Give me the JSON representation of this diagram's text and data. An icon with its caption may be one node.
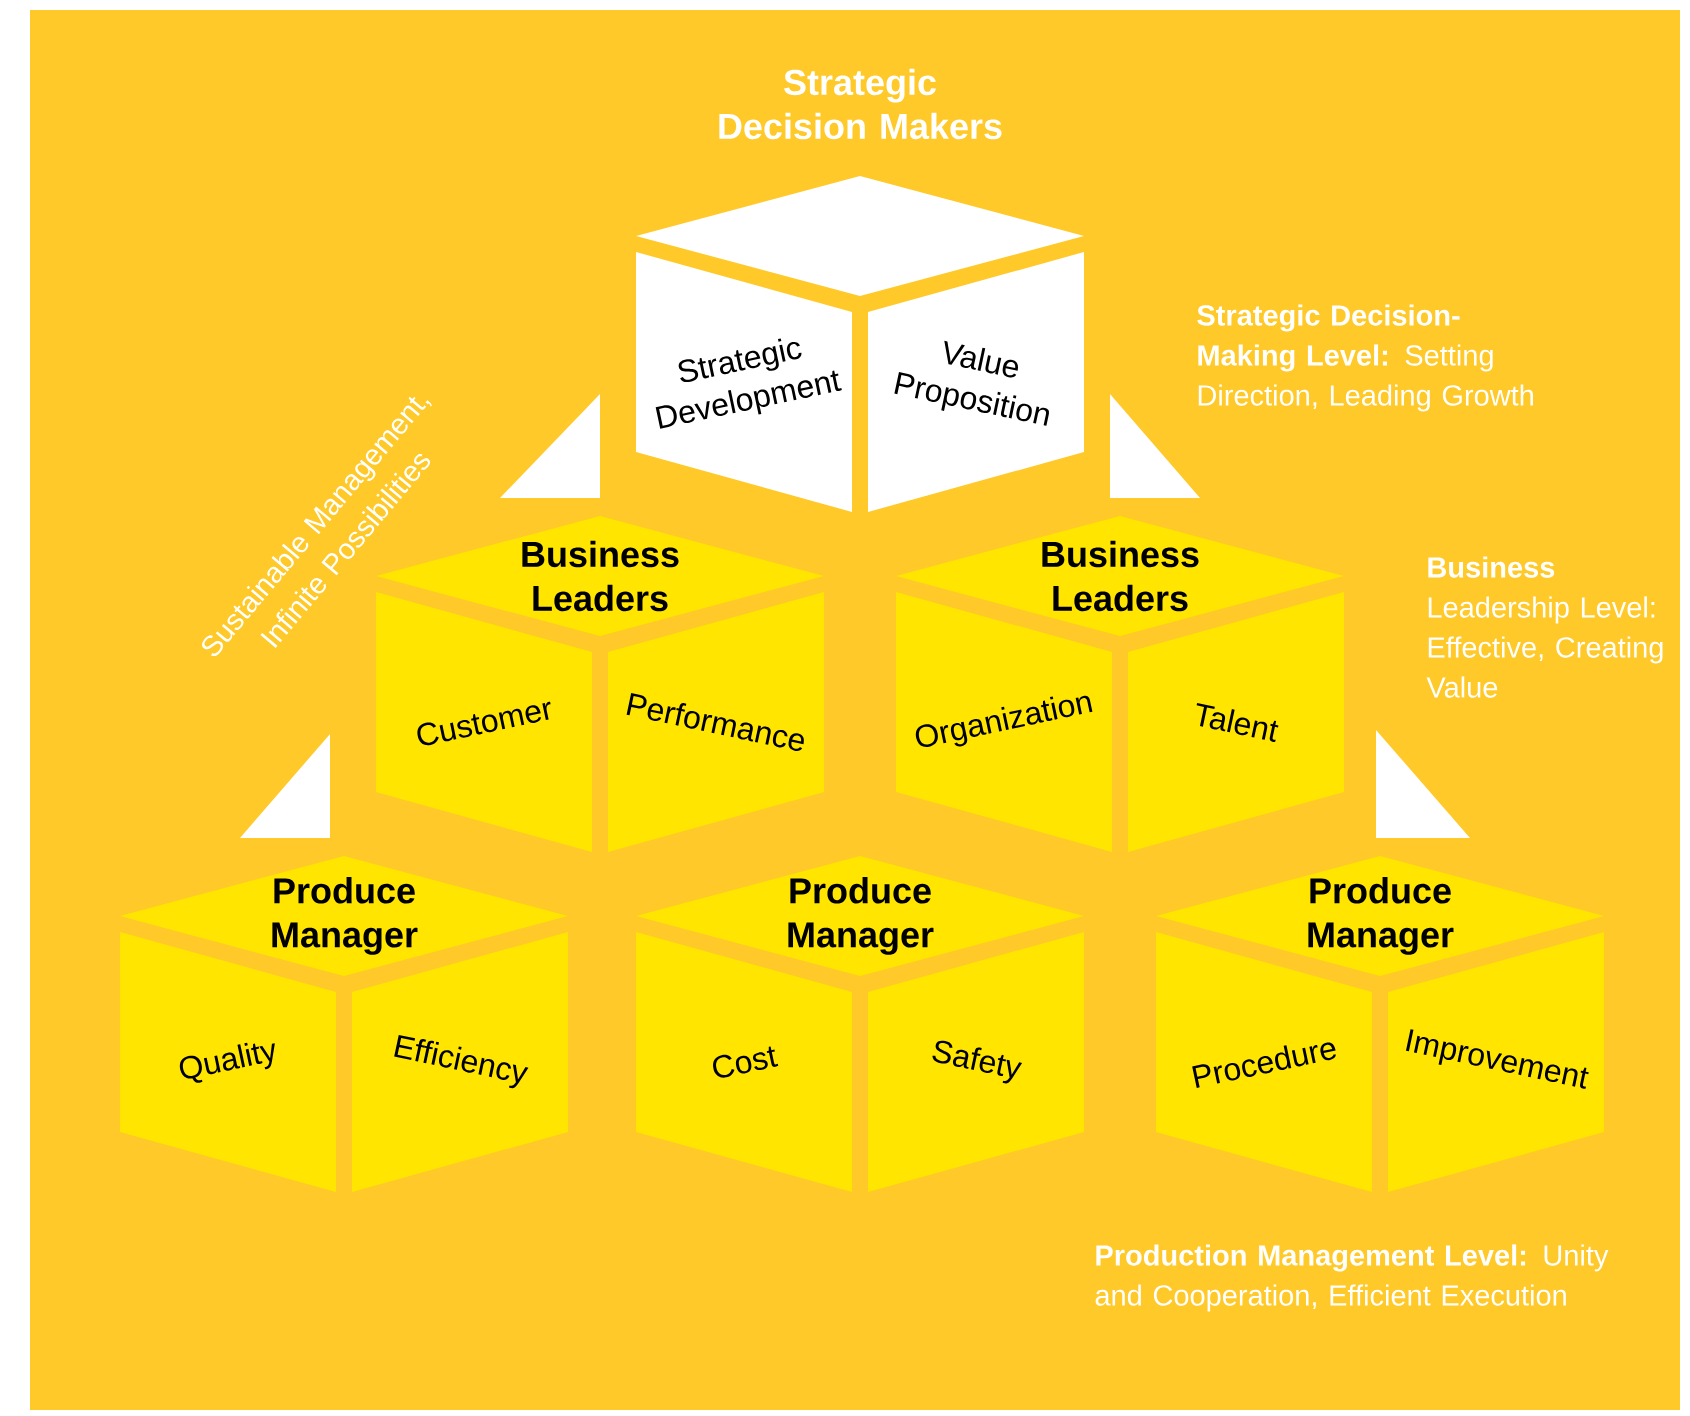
{
  "diagram": {
    "nodes": [
      {
        "text": [
          "Strategic Decision Makers"
        ]
      },
      {
        "text": [
          "Strategic Development"
        ]
      },
      {
        "text": [
          "Value Proposition"
        ]
      },
      {
        "text": [
          "Business Leaders"
        ]
      },
      {
        "text": [
          "Customer"
        ]
      },
      {
        "text": [
          "Performance"
        ]
      },
      {
        "text": [
          "Business Leaders"
        ]
      },
      {
        "text": [
          "Organization"
        ]
      },
      {
        "text": [
          "Talent"
        ]
      },
      {
        "text": [
          "Produce Manager"
        ]
      },
      {
        "text": [
          "Quality"
        ]
      },
      {
        "text": [
          "Efficiency"
        ]
      },
      {
        "text": [
          "Produce Manager"
        ]
      },
      {
        "text": [
          "Cost"
        ]
      },
      {
        "text": [
          "Safety"
        ]
      },
      {
        "text": [
          "Produce Manager"
        ]
      },
      {
        "text": [
          "Procedure"
        ]
      },
      {
        "text": [
          "Improvement"
        ]
      }
    ],
    "labels": [
      "**Strategic Decision-Making Level:** Setting Direction, Leading Growth",
      "Sustainable Management, Infinite Possibilities",
      "**Business** Leadership Level: Effective, Creating Value",
      "**Production Management Level:** Unity and Cooperation, Efficient Execution"
    ]
  }
}
